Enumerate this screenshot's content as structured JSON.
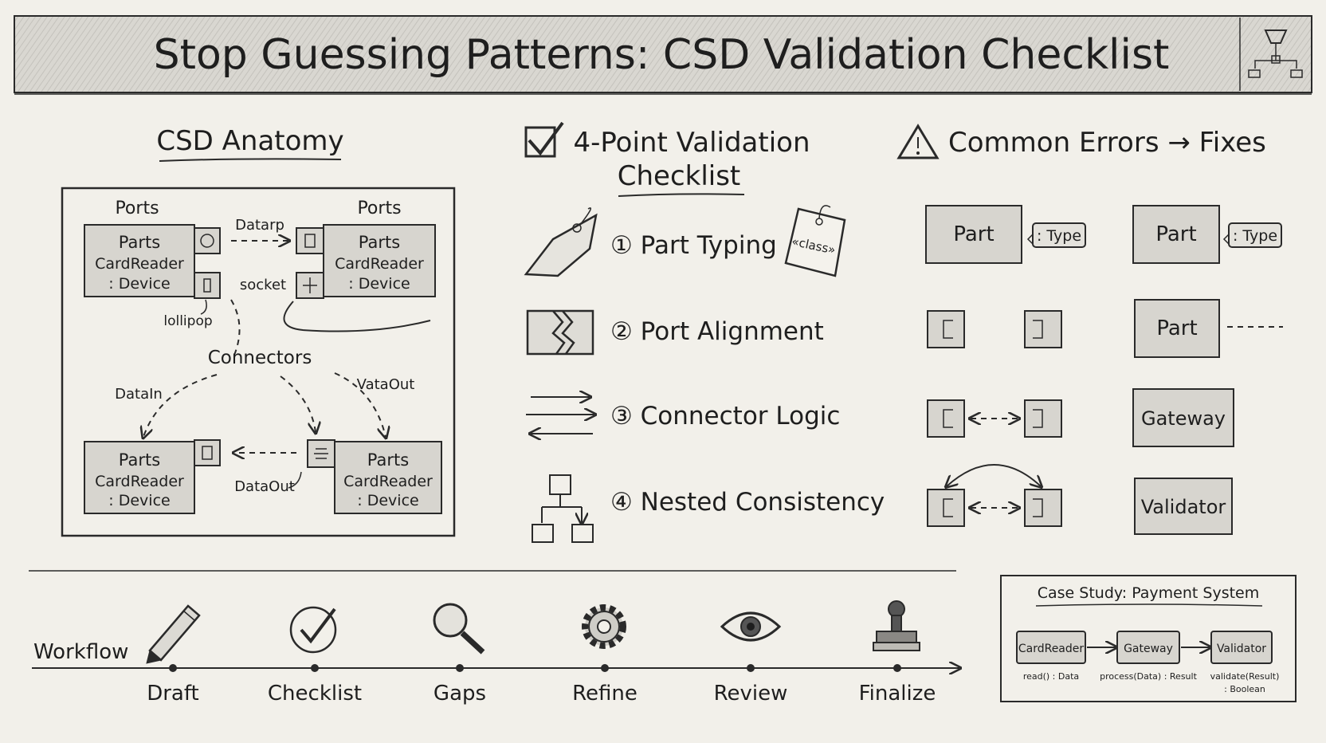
{
  "title": "Stop Guessing Patterns: CSD Validation Checklist",
  "anatomy": {
    "heading": "CSD Anatomy",
    "ports_left": "Ports",
    "ports_right": "Ports",
    "part_line1": "Parts",
    "part_line2": "CardReader",
    "part_line3": ": Device",
    "label_datarp": "Datarp",
    "label_socket": "socket",
    "label_lollipop": "lollipop",
    "label_connectors": "Connectors",
    "label_datain": "DataIn",
    "label_vataout": "VataOut",
    "label_dataout": "DataOut"
  },
  "checklist": {
    "heading_line1": "4-Point Validation",
    "heading_line2": "Checklist",
    "items": [
      {
        "label": "① Part Typing"
      },
      {
        "label": "② Port Alignment"
      },
      {
        "label": "③ Connector Logic"
      },
      {
        "label": "④ Nested Consistency"
      }
    ],
    "class_tag": "«class»"
  },
  "errors": {
    "heading": "Common Errors → Fixes",
    "part_label": "Part",
    "type_label": ": Type",
    "gateway_label": "Gateway",
    "validator_label": "Validator"
  },
  "workflow": {
    "label": "Workflow",
    "steps": [
      {
        "label": "Draft",
        "icon": "pencil-icon"
      },
      {
        "label": "Checklist",
        "icon": "checkmark-circle-icon"
      },
      {
        "label": "Gaps",
        "icon": "magnifier-icon"
      },
      {
        "label": "Refine",
        "icon": "gear-icon"
      },
      {
        "label": "Review",
        "icon": "eye-icon"
      },
      {
        "label": "Finalize",
        "icon": "stamp-icon"
      }
    ]
  },
  "case_study": {
    "title": "Case Study: Payment System",
    "nodes": [
      {
        "name": "CardReader",
        "op": "read() : Data"
      },
      {
        "name": "Gateway",
        "op": "process(Data) : Result"
      },
      {
        "name": "Validator",
        "op_line1": "validate(Result)",
        "op_line2": ": Boolean"
      }
    ]
  },
  "colors": {
    "background": "#f2f0ea",
    "ink": "#1e1e1e",
    "box_fill": "#d7d5cf"
  }
}
